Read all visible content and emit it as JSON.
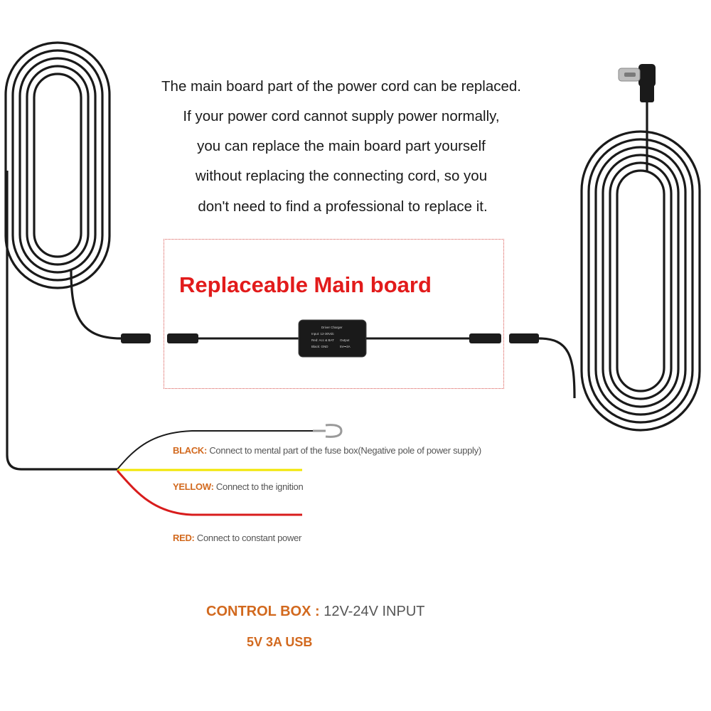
{
  "intro": {
    "line1": "The main board part of the power cord can be replaced.",
    "line2": "If your power cord cannot supply power normally,",
    "line3": "you can replace the main board part yourself",
    "line4": "without replacing the connecting cord, so you",
    "line5": "don't need to find a professional to replace it."
  },
  "board": {
    "title": "Replaceable Main board",
    "module_title": "Driver Charger",
    "module_input": "Input: 12-30Vdc",
    "module_red": "Red: Acc & BAT",
    "module_black": "Black: GND",
    "module_output": "Output",
    "module_output_value": "5V⎓3A"
  },
  "wires": {
    "black_key": "BLACK:",
    "black_text": "Connect to mental part of the fuse box(Negative pole of power supply)",
    "yellow_key": "YELLOW:",
    "yellow_text": "Connect to the ignition",
    "red_key": "RED:",
    "red_text": "Connect to constant power"
  },
  "control_box": {
    "label": "CONTROL BOX :",
    "input": "12V-24V INPUT",
    "output": "5V 3A USB"
  },
  "colors": {
    "cable": "#1a1a1a",
    "yellow_wire": "#f2e600",
    "red_wire": "#d81c1c",
    "accent_orange": "#d2691e",
    "frame_red": "#d9534f",
    "title_red": "#e21b1b"
  }
}
